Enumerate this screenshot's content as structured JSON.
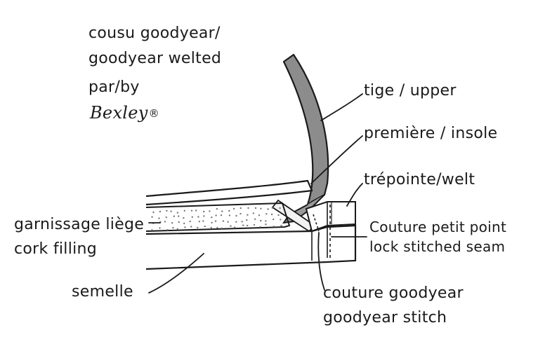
{
  "header": {
    "line1": "cousu goodyear/",
    "line2": "goodyear welted",
    "line3": "par/by",
    "brand": "Bexley",
    "reg_mark": "®"
  },
  "labels": {
    "upper": "tige / upper",
    "insole": "première / insole",
    "welt": "trépointe/welt",
    "cork_fr": "garnissage liège",
    "cork_en": "cork filling",
    "lock_fr": "Couture petit point",
    "lock_en": "lock stitched seam",
    "sole": "semelle",
    "gy_fr": "couture goodyear",
    "gy_en": "goodyear stitch"
  },
  "colors": {
    "ink": "#1a1a1a",
    "upper_fill": "#8c8c8c",
    "cork_dots": "#777777",
    "paper": "#ffffff"
  }
}
